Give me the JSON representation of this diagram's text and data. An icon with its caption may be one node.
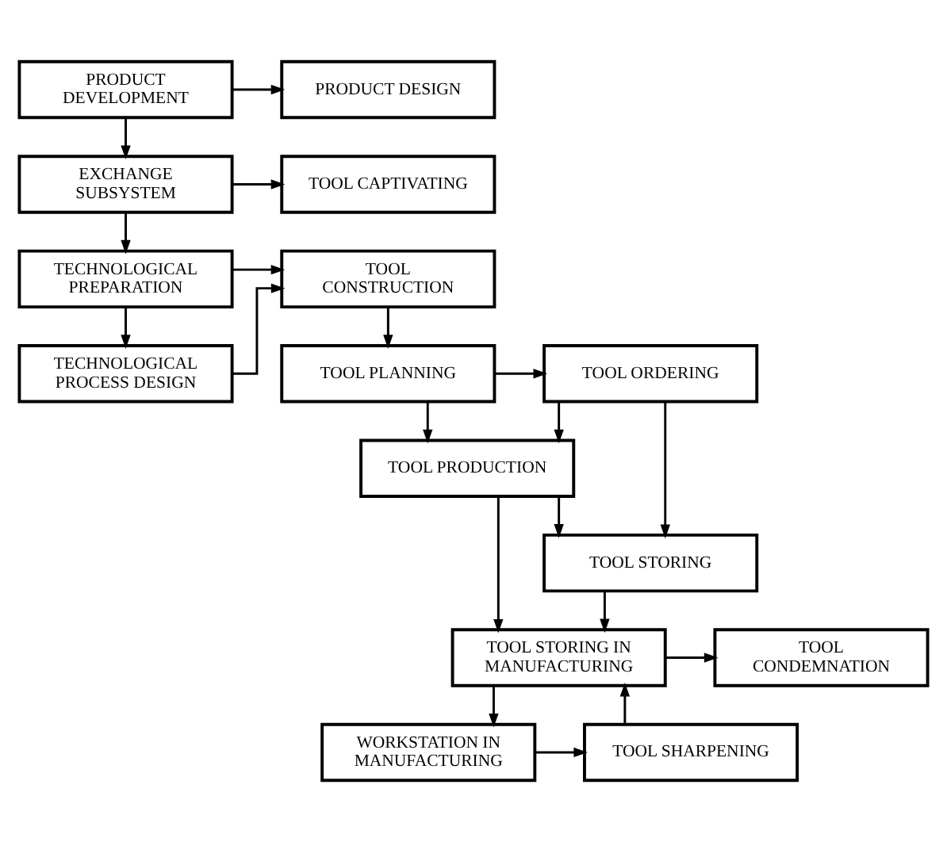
{
  "diagram": {
    "nodes": [
      {
        "text": [
          "PRODUCT DEVELOPMENT"
        ]
      },
      {
        "text": [
          "PRODUCT DESIGN"
        ]
      },
      {
        "text": [
          "EXCHANGE SUBSYSTEM"
        ]
      },
      {
        "text": [
          "TOOL CAPTIVATING"
        ]
      },
      {
        "text": [
          "TECHNOLOGICAL PREPARATION"
        ]
      },
      {
        "text": [
          "TOOL CONSTRUCTION"
        ]
      },
      {
        "text": [
          "TECHNOLOGICAL PROCESS DESIGN"
        ]
      },
      {
        "text": [
          "TOOL PLANNING"
        ]
      },
      {
        "text": [
          "TOOL ORDERING"
        ]
      },
      {
        "text": [
          "TOOL PRODUCTION"
        ]
      },
      {
        "text": [
          "TOOL STORING"
        ]
      },
      {
        "text": [
          "TOOL STORING IN MANUFACTURING"
        ]
      },
      {
        "text": [
          "TOOL CONDEMNATION"
        ]
      },
      {
        "text": [
          "WORKSTATION IN MANUFACTURING"
        ]
      },
      {
        "text": [
          "TOOL SHARPENING"
        ]
      }
    ],
    "edges": [
      {
        "from": 0,
        "to": 1,
        "arrow": "to"
      },
      {
        "from": 0,
        "to": 2,
        "arrow": "to"
      },
      {
        "from": 2,
        "to": 3,
        "arrow": "to"
      },
      {
        "from": 2,
        "to": 4,
        "arrow": "to"
      },
      {
        "from": 4,
        "to": 5,
        "arrow": "to"
      },
      {
        "from": 4,
        "to": 6,
        "arrow": "to"
      },
      {
        "from": 6,
        "to": 5,
        "arrow": "to"
      },
      {
        "from": 5,
        "to": 7,
        "arrow": "to"
      },
      {
        "from": 7,
        "to": 8,
        "arrow": "to"
      },
      {
        "from": 7,
        "to": 9,
        "arrow": "to"
      },
      {
        "from": 8,
        "to": 9,
        "arrow": "to"
      },
      {
        "from": 8,
        "to": 10,
        "arrow": "to"
      },
      {
        "from": 9,
        "to": 10,
        "arrow": "to"
      },
      {
        "from": 9,
        "to": 11,
        "arrow": "to"
      },
      {
        "from": 10,
        "to": 11,
        "arrow": "to"
      },
      {
        "from": 11,
        "to": 12,
        "arrow": "to"
      },
      {
        "from": 11,
        "to": 13,
        "arrow": "to"
      },
      {
        "from": 13,
        "to": 14,
        "arrow": "to"
      },
      {
        "from": 14,
        "to": 11,
        "arrow": "to"
      }
    ]
  }
}
